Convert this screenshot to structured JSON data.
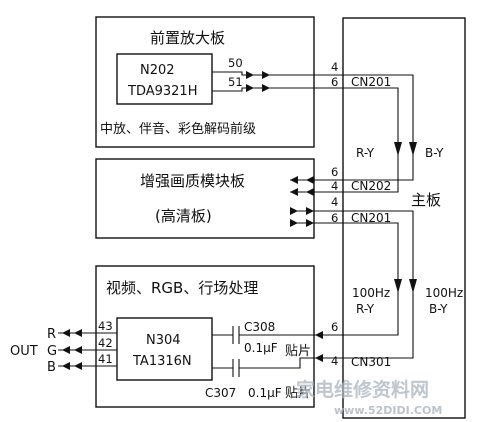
{
  "diagram": {
    "preamp_board": {
      "title": "前置放大板",
      "chip_id": "N202",
      "chip_model": "TDA9321H",
      "pin_top": "50",
      "pin_bottom": "51",
      "subtitle": "中放、伴音、彩色解码前级"
    },
    "enhance_board": {
      "title": "增强画质模块板",
      "subtitle": "(高清板)"
    },
    "video_board": {
      "title": "视频、RGB、行场处理",
      "chip_id": "N304",
      "chip_model": "TA1316N",
      "pin_r": "43",
      "pin_g": "42",
      "pin_b": "41"
    },
    "main_board": {
      "label": "主板"
    },
    "connectors": {
      "cn201_top": {
        "name": "CN201",
        "pin_a": "4",
        "pin_b": "6"
      },
      "cn202": {
        "name": "CN202",
        "pin_a": "6",
        "pin_b": "4"
      },
      "cn201_mid": {
        "name": "CN201",
        "pin_a": "4",
        "pin_b": "6"
      },
      "cn301": {
        "name": "CN301",
        "pin_a": "6",
        "pin_b": "4"
      }
    },
    "signals": {
      "ry": "R-Y",
      "by": "B-Y",
      "hz_ry_freq": "100Hz",
      "hz_ry": "R-Y",
      "hz_by_freq": "100Hz",
      "hz_by": "B-Y"
    },
    "capacitors": {
      "c308": {
        "name": "C308",
        "value": "0.1μF"
      },
      "c307": {
        "name": "C307",
        "value": "0.1μF"
      },
      "smd_label_1": "贴片",
      "smd_label_2": "贴片"
    },
    "outputs": {
      "label": "OUT",
      "r": "R",
      "g": "G",
      "b": "B"
    },
    "watermark": {
      "text": "家电维修资料网",
      "url": "www.52DIDI.COM"
    }
  }
}
